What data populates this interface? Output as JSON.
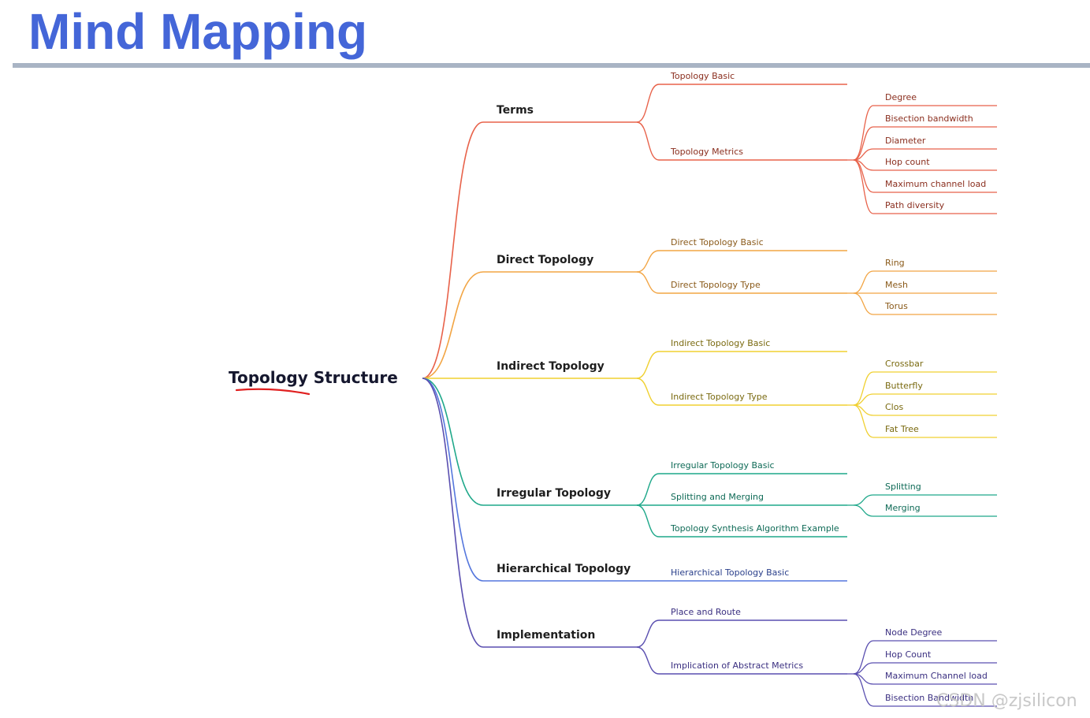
{
  "page": {
    "title": "Mind Mapping"
  },
  "watermark": "CSDN @zjsilicon",
  "mindmap": {
    "root": "Topology Structure",
    "branches": [
      {
        "label": "Terms",
        "color": "#e8624a",
        "textColor": "#8a2e1e",
        "children": [
          {
            "label": "Topology Basic",
            "children": []
          },
          {
            "label": "Topology Metrics",
            "children": [
              "Degree",
              "Bisection bandwidth",
              "Diameter",
              "Hop count",
              "Maximum channel load",
              "Path diversity"
            ]
          }
        ]
      },
      {
        "label": "Direct Topology",
        "color": "#f2a544",
        "textColor": "#8a5a1a",
        "children": [
          {
            "label": "Direct Topology Basic",
            "children": []
          },
          {
            "label": "Direct Topology Type",
            "children": [
              "Ring",
              "Mesh",
              "Torus"
            ]
          }
        ]
      },
      {
        "label": "Indirect Topology",
        "color": "#f0d030",
        "textColor": "#7a6a10",
        "children": [
          {
            "label": "Indirect Topology Basic",
            "children": []
          },
          {
            "label": "Indirect Topology Type",
            "children": [
              "Crossbar",
              "Butterfly",
              "Clos",
              "Fat Tree"
            ]
          }
        ]
      },
      {
        "label": "Irregular Topology",
        "color": "#1fa88a",
        "textColor": "#0e6a56",
        "children": [
          {
            "label": "Irregular Topology Basic",
            "children": []
          },
          {
            "label": "Splitting and Merging",
            "children": [
              "Splitting",
              "Merging"
            ]
          },
          {
            "label": "Topology Synthesis Algorithm Example",
            "children": []
          }
        ]
      },
      {
        "label": "Hierarchical Topology",
        "color": "#5577dd",
        "textColor": "#2a3f8a",
        "children": [
          {
            "label": "Hierarchical Topology Basic",
            "children": []
          }
        ]
      },
      {
        "label": "Implementation",
        "color": "#5a4fb0",
        "textColor": "#3a2f80",
        "children": [
          {
            "label": "Place and Route",
            "children": []
          },
          {
            "label": "Implication of Abstract Metrics",
            "children": [
              "Node Degree",
              "Hop Count",
              "Maximum Channel load",
              "Bisection Bandwidth"
            ]
          }
        ]
      }
    ]
  }
}
